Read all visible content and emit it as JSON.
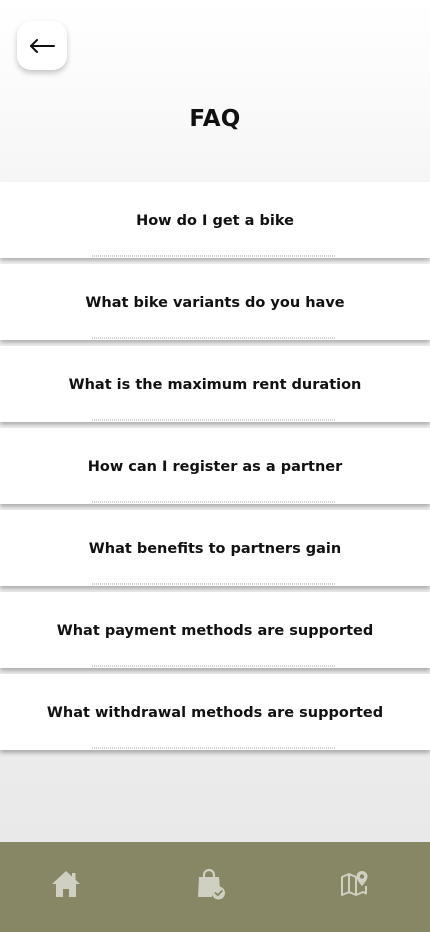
{
  "header": {
    "title": "FAQ",
    "back_icon": "arrow-left-icon"
  },
  "faq": {
    "items": [
      {
        "question": "How do I get a bike"
      },
      {
        "question": "What bike variants do you have"
      },
      {
        "question": "What is the maximum rent duration"
      },
      {
        "question": "How can I register as a partner"
      },
      {
        "question": "What benefits to partners gain"
      },
      {
        "question": "What payment methods are supported"
      },
      {
        "question": "What withdrawal methods are supported"
      }
    ]
  },
  "bottom_nav": {
    "items": [
      {
        "icon": "home-icon"
      },
      {
        "icon": "shopping-bag-check-icon"
      },
      {
        "icon": "map-pin-icon"
      }
    ],
    "background": "#878765",
    "icon_color": "#cfcfc2"
  }
}
